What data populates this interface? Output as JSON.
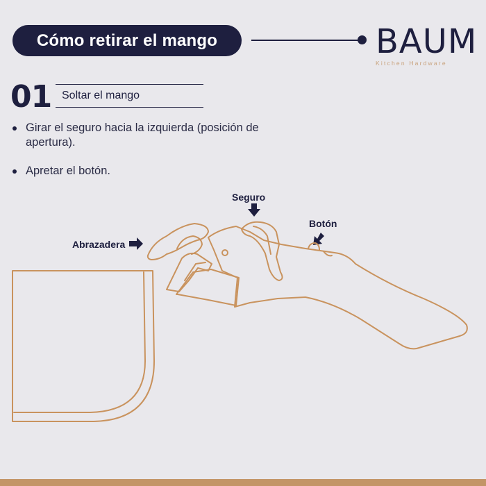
{
  "header": {
    "title": "Cómo retirar el mango",
    "brand_name": "BAUM",
    "brand_tagline": "Kitchen Hardware"
  },
  "step": {
    "number": "01",
    "title": "Soltar el mango",
    "bullets": [
      "Girar el seguro hacia la izquierda (posición de apertura).",
      "Apretar el botón."
    ]
  },
  "callouts": {
    "clamp": "Abrazadera",
    "lock": "Seguro",
    "button": "Botón"
  },
  "colors": {
    "navy": "#1e1f3f",
    "outline": "#c9935e",
    "background": "#e9e8ec",
    "accent_bar": "#c39567"
  },
  "icons": [
    "arrow-right-icon",
    "arrow-down-icon",
    "arrow-down-left-icon"
  ]
}
